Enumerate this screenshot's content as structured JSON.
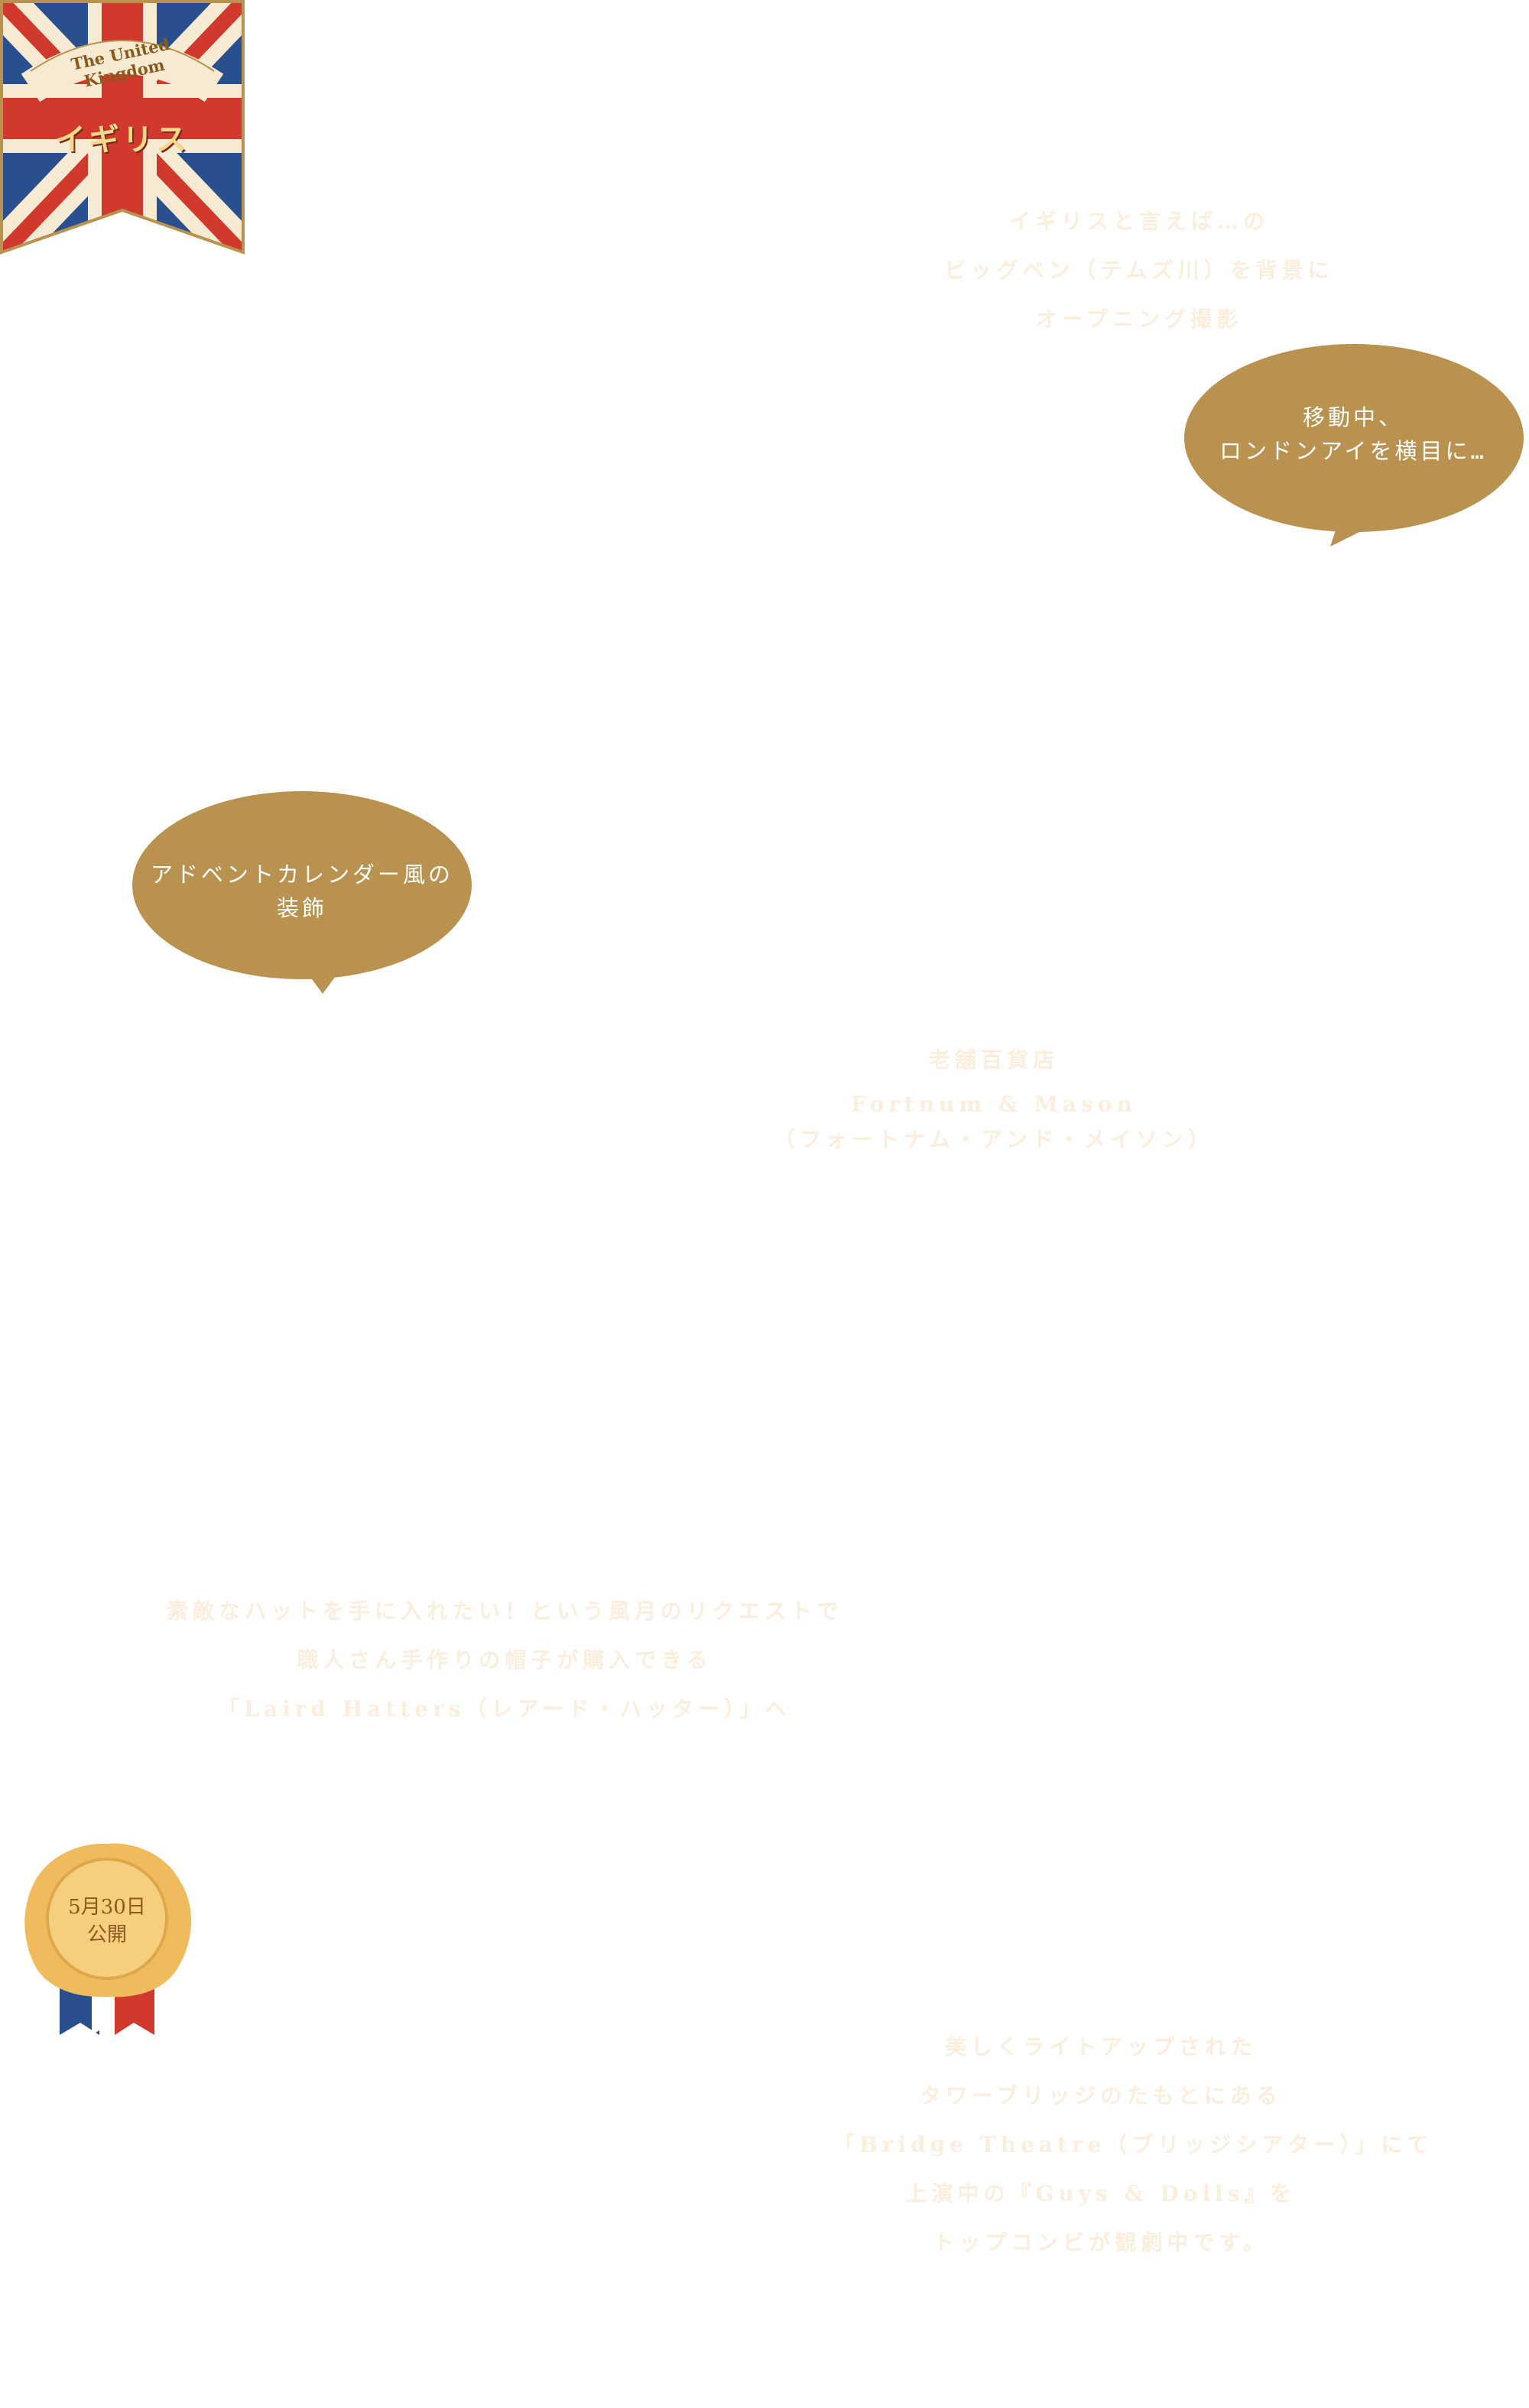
{
  "badge": {
    "country_en": "The United Kingdom",
    "country_jp": "イギリス"
  },
  "captions": {
    "opening": [
      "イギリスと言えば…の",
      "ビッグベン（テムズ川）を背景に",
      "オープニング撮影"
    ],
    "fortnum": [
      "老舗百貨店",
      "Fortnum & Mason",
      "（フォートナム・アンド・メイソン）"
    ],
    "hatters": [
      "素敵なハットを手に入れたい！という風月のリクエストで",
      "職人さん手作りの帽子が購入できる",
      "「Laird Hatters（レアード・ハッター）」へ"
    ],
    "bridge": [
      "美しくライトアップされた",
      "タワーブリッジのたもとにある",
      "「Bridge Theatre（ブリッジシアター）」にて",
      "上演中の『Guys & Dolls』を",
      "トップコンビが観劇中です。"
    ]
  },
  "bubbles": {
    "london_eye": [
      "移動中、",
      "ロンドンアイを横目に…"
    ],
    "advent": [
      "アドベントカレンダー風の",
      "装飾"
    ]
  },
  "seal": {
    "date": "5月30日",
    "label": "公開"
  },
  "colors": {
    "bubble": "#b8924e",
    "caption": "#fbeedd",
    "flag_red": "#d0392b",
    "flag_blue": "#2a4f8f",
    "flag_cream": "#f7ead2",
    "seal_gold": "#f3c46a"
  }
}
